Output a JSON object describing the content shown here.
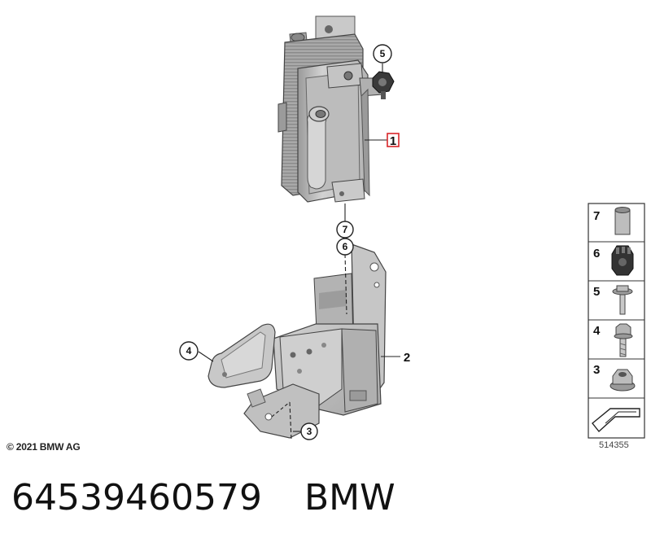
{
  "callouts": {
    "c1": "1",
    "c2": "2",
    "c3": "3",
    "c4": "4",
    "c5": "5",
    "c6": "6",
    "c7": "7"
  },
  "legend": {
    "items": [
      "7",
      "6",
      "5",
      "4",
      "3"
    ]
  },
  "copyright": "© 2021 BMW AG",
  "diagram_id": "514355",
  "footer": {
    "part_number": "64539460579",
    "brand": "BMW"
  },
  "colors": {
    "highlight": "#d9262a",
    "part_fill": "#b9b9b9",
    "part_light": "#dcdcdc",
    "part_dark": "#8c8c8c",
    "line": "#222222"
  }
}
